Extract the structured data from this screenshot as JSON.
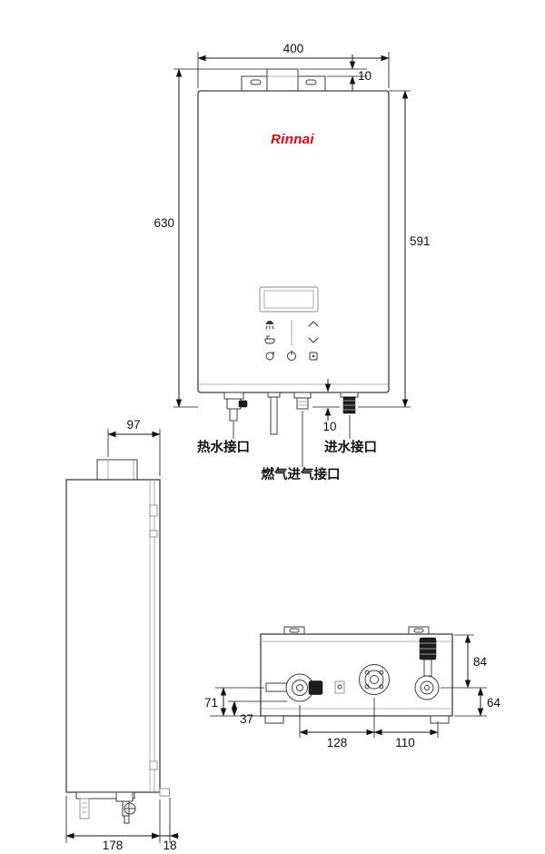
{
  "brand": {
    "logo_text": "Rinnai",
    "logo_color": "#e60012"
  },
  "front_view": {
    "dims": {
      "width": "400",
      "bracket_offset": "10",
      "height_total": "630",
      "height_body": "591",
      "bottom_offset": "10"
    },
    "labels": {
      "hot_water": "热水接口",
      "water_inlet": "进水接口",
      "gas_inlet": "燃气进气接口"
    }
  },
  "side_view": {
    "dims": {
      "top_depth": "97",
      "depth": "178",
      "rear_offset": "18"
    }
  },
  "bottom_view": {
    "dims": {
      "right_upper": "84",
      "right_lower": "64",
      "left_height": "71",
      "left_inner": "37",
      "span_left": "128",
      "span_right": "110"
    }
  }
}
